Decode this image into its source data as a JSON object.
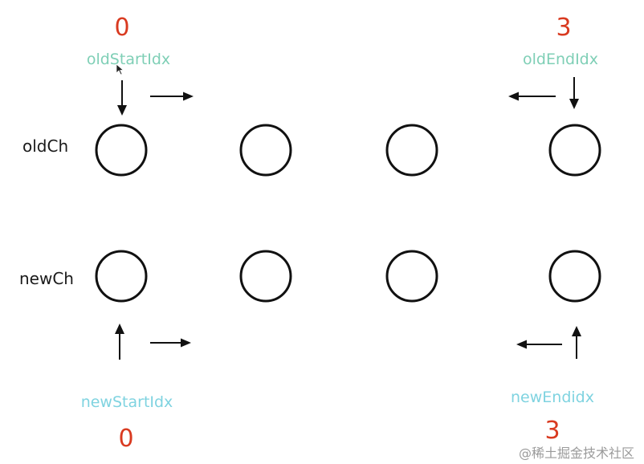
{
  "rows": {
    "old_label": "oldCh",
    "new_label": "newCh"
  },
  "pointers": {
    "old_start": {
      "label": "oldStartIdx",
      "index": "0"
    },
    "old_end": {
      "label": "oldEndIdx",
      "index": "3"
    },
    "new_start": {
      "label": "newStartIdx",
      "index": "0"
    },
    "new_end": {
      "label": "newEndidx",
      "index": "3"
    }
  },
  "node_count": 4,
  "watermark": "@稀土掘金技术社区",
  "colors": {
    "index_number": "#d93a20",
    "old_pointer": "#7fcfb6",
    "new_pointer": "#7fd3e0",
    "node_stroke": "#111111",
    "arrow": "#111111",
    "watermark": "#9a9a9a"
  }
}
